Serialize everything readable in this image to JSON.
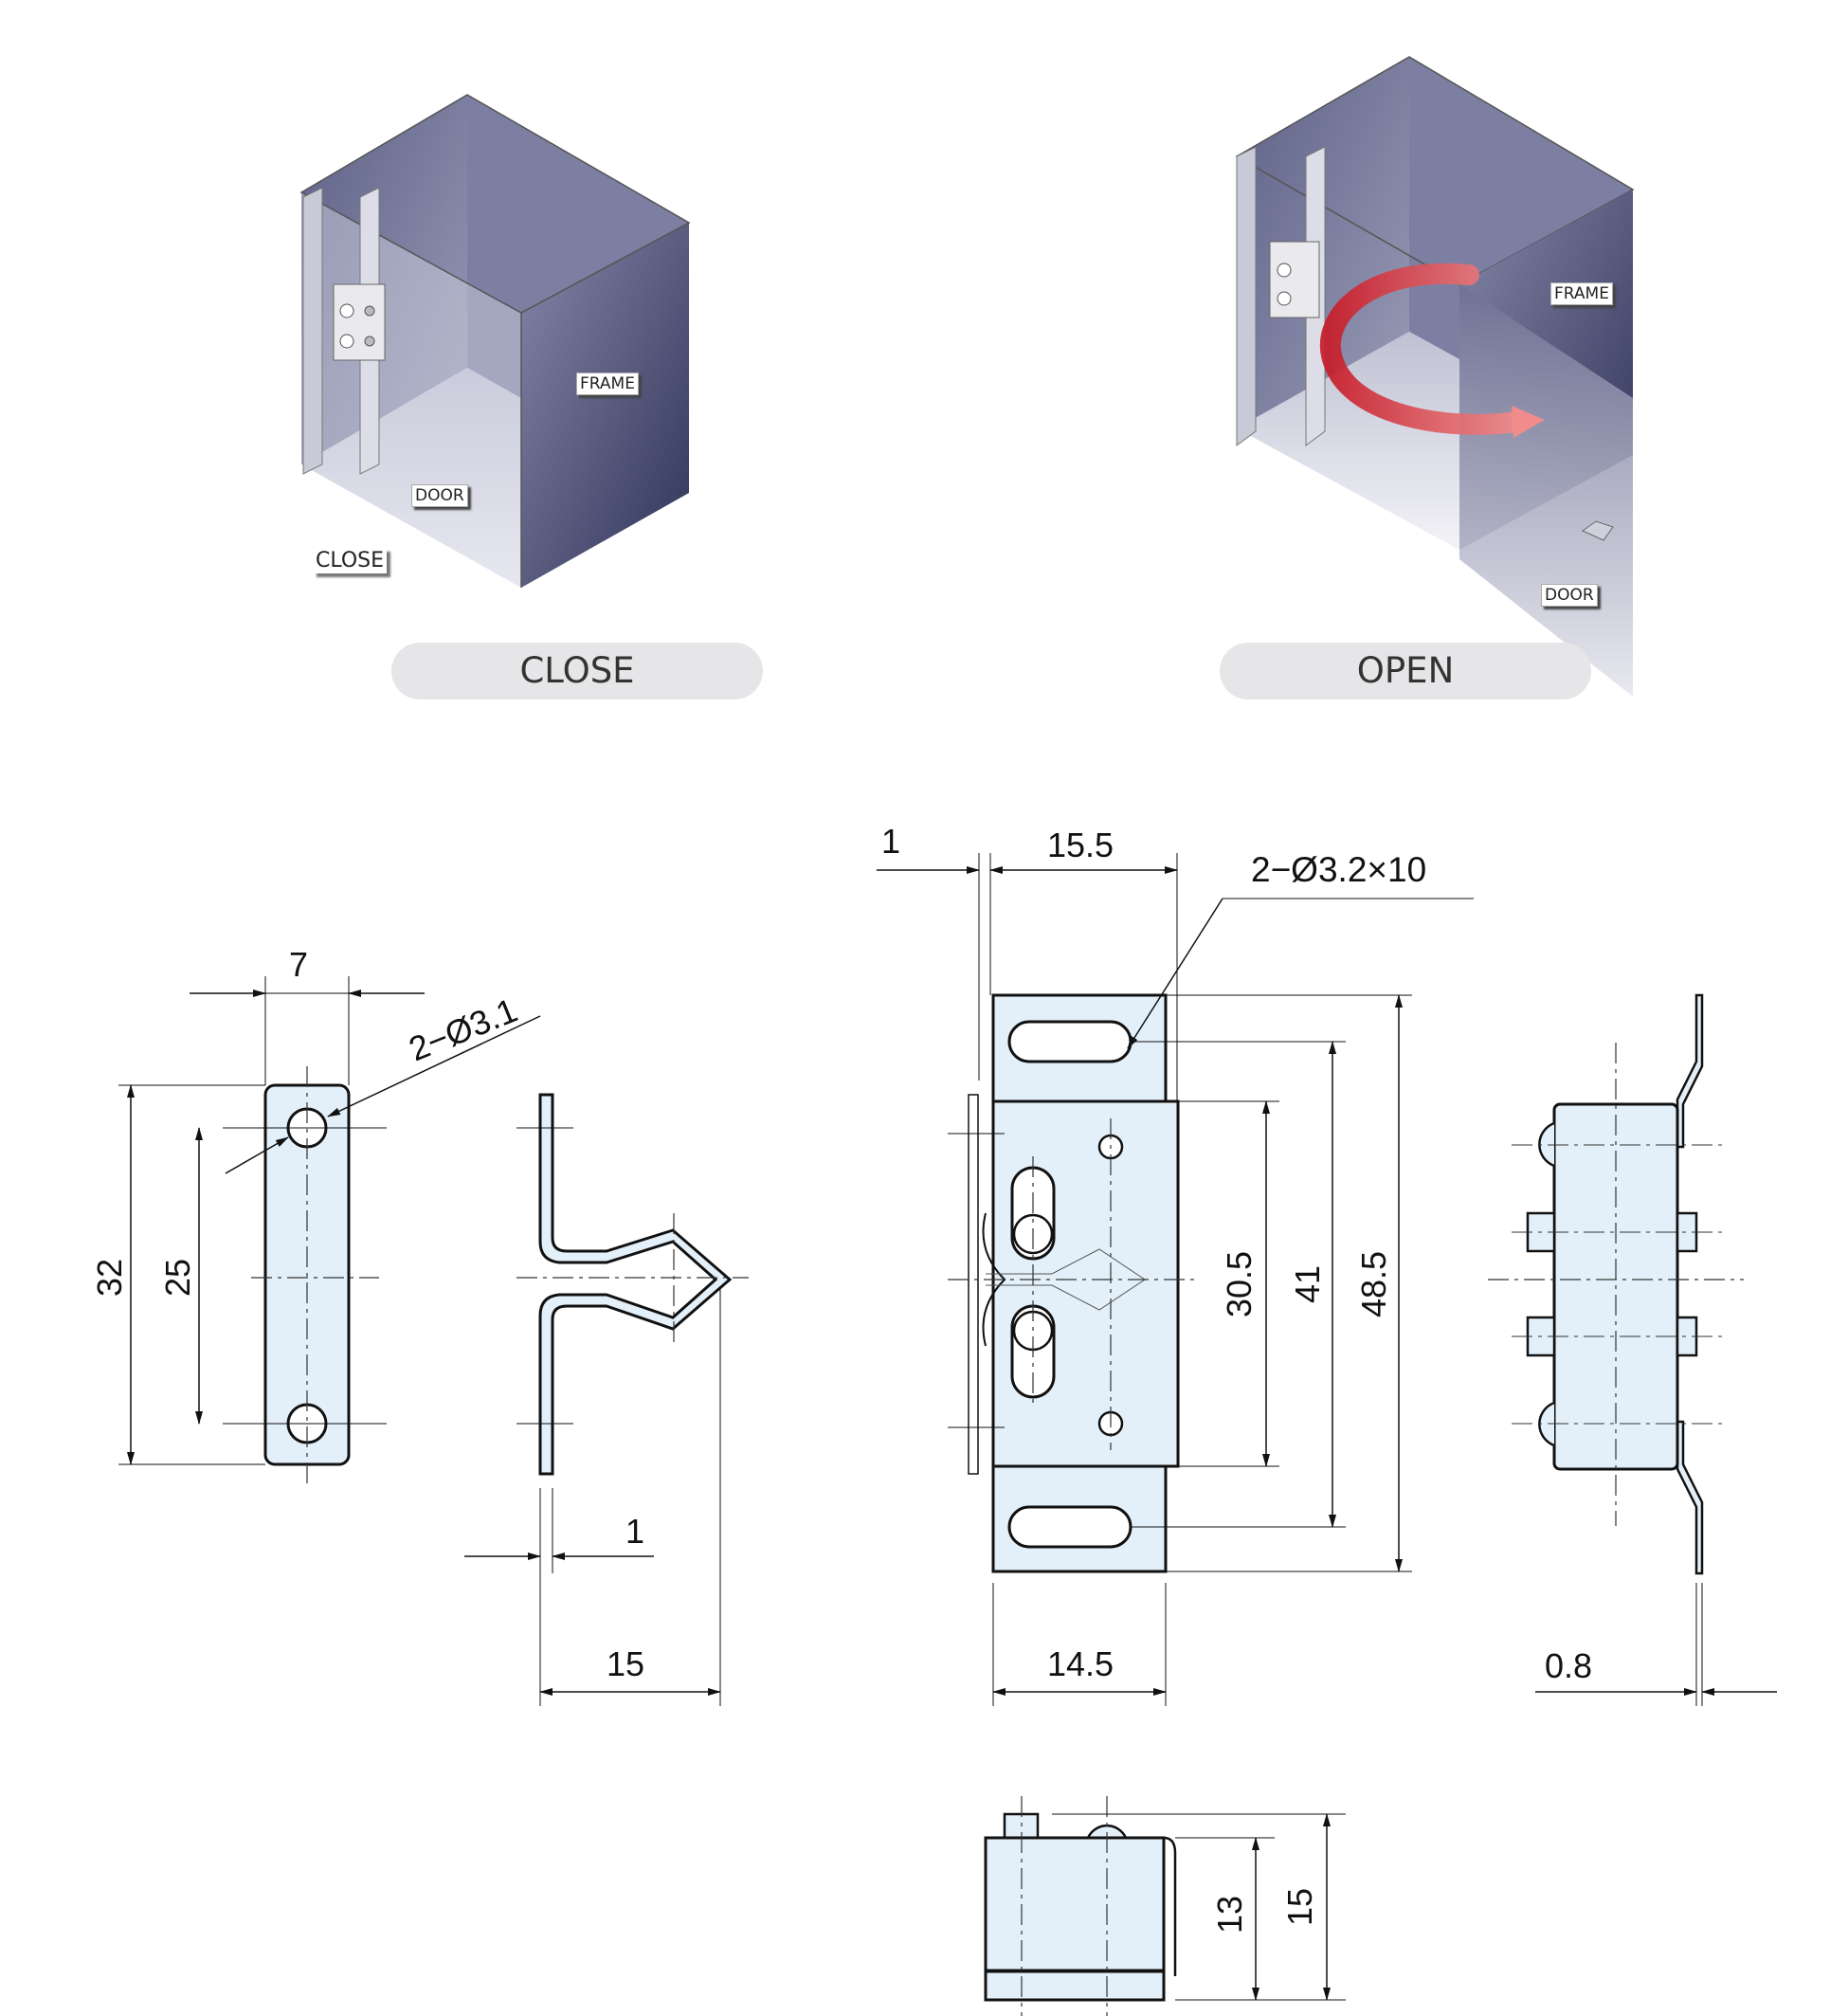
{
  "illustrations": {
    "close": {
      "caption": "CLOSE",
      "tag_frame": "FRAME",
      "tag_door": "DOOR",
      "tag_close": "CLOSE"
    },
    "open": {
      "caption": "OPEN",
      "tag_frame": "FRAME",
      "tag_door": "DOOR"
    }
  },
  "dimensions": {
    "catch_plate": {
      "width": "7",
      "holes": "2−Ø3.1",
      "height_total": "32",
      "hole_pitch": "25",
      "thickness": "1",
      "depth": "15"
    },
    "catch_body_front": {
      "offset": "1",
      "width_top": "15.5",
      "slots": "2−Ø3.2×10",
      "height_inner": "30.5",
      "slot_pitch": "41",
      "height_total": "48.5",
      "width_bottom": "14.5"
    },
    "catch_body_side": {
      "thickness": "0.8"
    },
    "catch_body_bottom": {
      "height_body": "13",
      "height_total": "15"
    }
  },
  "colors": {
    "part_fill": "#e3f0fa",
    "line": "#111111",
    "arrow": "#d9323a",
    "panel_dark": "#3e4266",
    "panel_light": "#e4e5ee"
  }
}
